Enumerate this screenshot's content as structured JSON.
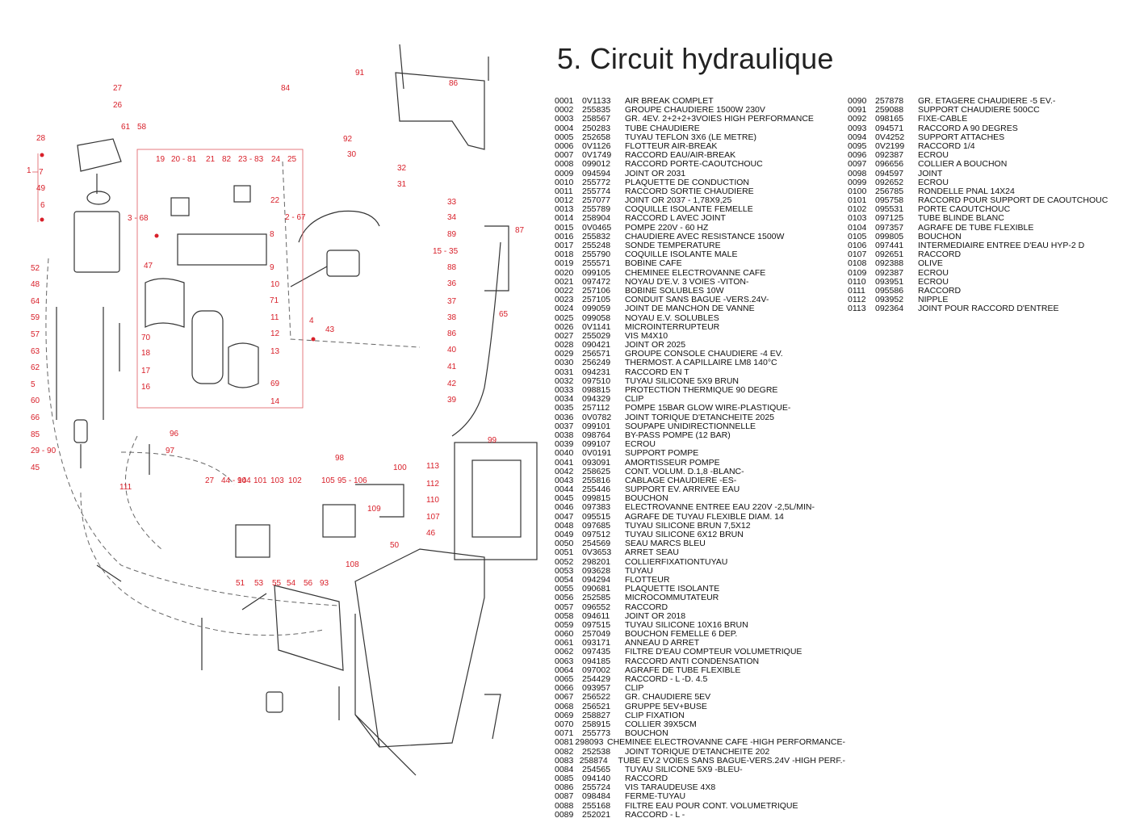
{
  "title": "5. Circuit hydraulique",
  "callout_labels": [
    "27",
    "26",
    "28",
    "1",
    "7",
    "49",
    "6",
    "61",
    "58",
    "84",
    "91",
    "86",
    "92",
    "30",
    "19",
    "20 - 81",
    "21",
    "82",
    "23 - 83",
    "24",
    "25",
    "22",
    "2 - 67",
    "3 - 68",
    "8",
    "9",
    "10",
    "71",
    "11",
    "12",
    "13",
    "69",
    "14",
    "16",
    "17",
    "18",
    "70",
    "32",
    "31",
    "33",
    "34",
    "89",
    "15 - 35",
    "88",
    "36",
    "37",
    "38",
    "86",
    "40",
    "41",
    "42",
    "39",
    "4",
    "43",
    "87",
    "65",
    "47",
    "52",
    "48",
    "64",
    "59",
    "57",
    "63",
    "62",
    "5",
    "60",
    "66",
    "85",
    "29 - 90",
    "45",
    "96",
    "97",
    "98",
    "111",
    "99",
    "27",
    "44 - 94",
    "104",
    "101",
    "103",
    "102",
    "105",
    "95 - 106",
    "100",
    "113",
    "112",
    "110",
    "109",
    "108",
    "107",
    "46",
    "50",
    "51",
    "53",
    "55",
    "54",
    "56",
    "93"
  ],
  "parts": [
    {
      "num": "0001",
      "code": "0V1133",
      "desc": "AIR BREAK COMPLET"
    },
    {
      "num": "0002",
      "code": "255835",
      "desc": "GROUPE CHAUDIERE 1500W 230V"
    },
    {
      "num": "0003",
      "code": "258567",
      "desc": "GR. 4EV. 2+2+2+3VOIES HIGH PERFORMANCE"
    },
    {
      "num": "0004",
      "code": "250283",
      "desc": "TUBE CHAUDIERE"
    },
    {
      "num": "0005",
      "code": "252658",
      "desc": "TUYAU TEFLON 3X6 (LE METRE)"
    },
    {
      "num": "0006",
      "code": "0V1126",
      "desc": "FLOTTEUR AIR-BREAK"
    },
    {
      "num": "0007",
      "code": "0V1749",
      "desc": "RACCORD EAU/AIR-BREAK"
    },
    {
      "num": "0008",
      "code": "099012",
      "desc": "RACCORD PORTE-CAOUTCHOUC"
    },
    {
      "num": "0009",
      "code": "094594",
      "desc": "JOINT OR 2031"
    },
    {
      "num": "0010",
      "code": "255772",
      "desc": "PLAQUETTE DE CONDUCTION"
    },
    {
      "num": "0011",
      "code": "255774",
      "desc": "RACCORD SORTIE CHAUDIERE"
    },
    {
      "num": "0012",
      "code": "257077",
      "desc": "JOINT OR 2037 - 1,78X9,25"
    },
    {
      "num": "0013",
      "code": "255789",
      "desc": "COQUILLE ISOLANTE FEMELLE"
    },
    {
      "num": "0014",
      "code": "258904",
      "desc": "RACCORD L AVEC JOINT"
    },
    {
      "num": "0015",
      "code": "0V0465",
      "desc": "POMPE 220V - 60 HZ"
    },
    {
      "num": "0016",
      "code": "255832",
      "desc": "CHAUDIERE AVEC RESISTANCE 1500W"
    },
    {
      "num": "0017",
      "code": "255248",
      "desc": "SONDE TEMPERATURE"
    },
    {
      "num": "0018",
      "code": "255790",
      "desc": "COQUILLE ISOLANTE MALE"
    },
    {
      "num": "0019",
      "code": "255571",
      "desc": "BOBINE CAFE"
    },
    {
      "num": "0020",
      "code": "099105",
      "desc": "CHEMINEE ELECTROVANNE CAFE"
    },
    {
      "num": "0021",
      "code": "097472",
      "desc": "NOYAU D'E.V. 3 VOIES -VITON-"
    },
    {
      "num": "0022",
      "code": "257106",
      "desc": "BOBINE SOLUBLES 10W"
    },
    {
      "num": "0023",
      "code": "257105",
      "desc": "CONDUIT SANS BAGUE -VERS.24V-"
    },
    {
      "num": "0024",
      "code": "099059",
      "desc": "JOINT DE MANCHON DE VANNE"
    },
    {
      "num": "0025",
      "code": "099058",
      "desc": "NOYAU E.V. SOLUBLES"
    },
    {
      "num": "0026",
      "code": "0V1141",
      "desc": "MICROINTERRUPTEUR"
    },
    {
      "num": "0027",
      "code": "255029",
      "desc": "VIS M4X10"
    },
    {
      "num": "0028",
      "code": "090421",
      "desc": "JOINT OR 2025"
    },
    {
      "num": "0029",
      "code": "256571",
      "desc": "GROUPE CONSOLE CHAUDIERE -4 EV."
    },
    {
      "num": "0030",
      "code": "256249",
      "desc": "THERMOST. A CAPILLAIRE LM8 140°C"
    },
    {
      "num": "0031",
      "code": "094231",
      "desc": "RACCORD EN T"
    },
    {
      "num": "0032",
      "code": "097510",
      "desc": "TUYAU SILICONE 5X9 BRUN"
    },
    {
      "num": "0033",
      "code": "098815",
      "desc": "PROTECTION THERMIQUE 90 DEGRE"
    },
    {
      "num": "0034",
      "code": "094329",
      "desc": "CLIP"
    },
    {
      "num": "0035",
      "code": "257112",
      "desc": "POMPE 15BAR GLOW WIRE-PLASTIQUE-"
    },
    {
      "num": "0036",
      "code": "0V0782",
      "desc": "JOINT TORIQUE D'ETANCHEITE 2025"
    },
    {
      "num": "0037",
      "code": "099101",
      "desc": "SOUPAPE UNIDIRECTIONNELLE"
    },
    {
      "num": "0038",
      "code": "098764",
      "desc": "BY-PASS POMPE (12 BAR)"
    },
    {
      "num": "0039",
      "code": "099107",
      "desc": "ECROU"
    },
    {
      "num": "0040",
      "code": "0V0191",
      "desc": "SUPPORT POMPE"
    },
    {
      "num": "0041",
      "code": "093091",
      "desc": "AMORTISSEUR POMPE"
    },
    {
      "num": "0042",
      "code": "258625",
      "desc": "CONT. VOLUM. D.1,8 -BLANC-"
    },
    {
      "num": "0043",
      "code": "255816",
      "desc": "CABLAGE CHAUDIERE -ES-"
    },
    {
      "num": "0044",
      "code": "255446",
      "desc": "SUPPORT EV. ARRIVEE EAU"
    },
    {
      "num": "0045",
      "code": "099815",
      "desc": "BOUCHON"
    },
    {
      "num": "0046",
      "code": "097383",
      "desc": "ELECTROVANNE ENTREE EAU 220V -2,5L/MIN-"
    },
    {
      "num": "0047",
      "code": "095515",
      "desc": "AGRAFE DE TUYAU FLEXIBLE DIAM. 14"
    },
    {
      "num": "0048",
      "code": "097685",
      "desc": "TUYAU SILICONE BRUN 7,5X12"
    },
    {
      "num": "0049",
      "code": "097512",
      "desc": "TUYAU SILICONE 6X12 BRUN"
    },
    {
      "num": "0050",
      "code": "254569",
      "desc": "SEAU MARCS BLEU"
    },
    {
      "num": "0051",
      "code": "0V3653",
      "desc": "ARRET SEAU"
    },
    {
      "num": "0052",
      "code": "298201",
      "desc": "COLLIERFIXATIONTUYAU"
    },
    {
      "num": "0053",
      "code": "093628",
      "desc": "TUYAU"
    },
    {
      "num": "0054",
      "code": "094294",
      "desc": "FLOTTEUR"
    },
    {
      "num": "0055",
      "code": "090681",
      "desc": "PLAQUETTE ISOLANTE"
    },
    {
      "num": "0056",
      "code": "252585",
      "desc": "MICROCOMMUTATEUR"
    },
    {
      "num": "0057",
      "code": "096552",
      "desc": "RACCORD"
    },
    {
      "num": "0058",
      "code": "094611",
      "desc": "JOINT OR 2018"
    },
    {
      "num": "0059",
      "code": "097515",
      "desc": "TUYAU SILICONE 10X16 BRUN"
    },
    {
      "num": "0060",
      "code": "257049",
      "desc": "BOUCHON FEMELLE 6 DEP."
    },
    {
      "num": "0061",
      "code": "093171",
      "desc": "ANNEAU D ARRET"
    },
    {
      "num": "0062",
      "code": "097435",
      "desc": "FILTRE D'EAU COMPTEUR VOLUMETRIQUE"
    },
    {
      "num": "0063",
      "code": "094185",
      "desc": "RACCORD ANTI CONDENSATION"
    },
    {
      "num": "0064",
      "code": "097002",
      "desc": "AGRAFE DE TUBE FLEXIBLE"
    },
    {
      "num": "0065",
      "code": "254429",
      "desc": "RACCORD - L -D. 4.5"
    },
    {
      "num": "0066",
      "code": "093957",
      "desc": "CLIP"
    },
    {
      "num": "0067",
      "code": "256522",
      "desc": "GR. CHAUDIERE 5EV"
    },
    {
      "num": "0068",
      "code": "256521",
      "desc": "GRUPPE 5EV+BUSE"
    },
    {
      "num": "0069",
      "code": "258827",
      "desc": "CLIP FIXATION"
    },
    {
      "num": "0070",
      "code": "258915",
      "desc": "COLLIER 39X5CM"
    },
    {
      "num": "0071",
      "code": "255773",
      "desc": "BOUCHON"
    },
    {
      "num": "0081",
      "code": "298093",
      "desc": "CHEMINEE ELECTROVANNE CAFE -HIGH PERFORMANCE-"
    },
    {
      "num": "0082",
      "code": "252538",
      "desc": "JOINT TORIQUE D'ETANCHEITE 202"
    },
    {
      "num": "0083",
      "code": "258874",
      "desc": "TUBE EV.2 VOIES SANS BAGUE-VERS.24V -HIGH PERF.-"
    },
    {
      "num": "0084",
      "code": "254565",
      "desc": "TUYAU SILICONE 5X9 -BLEU-"
    },
    {
      "num": "0085",
      "code": "094140",
      "desc": "RACCORD"
    },
    {
      "num": "0086",
      "code": "255724",
      "desc": "VIS TARAUDEUSE 4X8"
    },
    {
      "num": "0087",
      "code": "098484",
      "desc": "FERME-TUYAU"
    },
    {
      "num": "0088",
      "code": "255168",
      "desc": "FILTRE EAU POUR CONT. VOLUMETRIQUE"
    },
    {
      "num": "0089",
      "code": "252021",
      "desc": "RACCORD - L -"
    },
    {
      "num": "0090",
      "code": "257878",
      "desc": "GR. ETAGERE CHAUDIERE -5 EV.-"
    },
    {
      "num": "0091",
      "code": "259088",
      "desc": "SUPPORT CHAUDIERE 500CC"
    },
    {
      "num": "0092",
      "code": "098165",
      "desc": "FIXE-CABLE"
    },
    {
      "num": "0093",
      "code": "094571",
      "desc": "RACCORD A 90 DEGRES"
    },
    {
      "num": "0094",
      "code": "0V4252",
      "desc": "SUPPORT ATTACHES"
    },
    {
      "num": "0095",
      "code": "0V2199",
      "desc": "RACCORD 1/4"
    },
    {
      "num": "0096",
      "code": "092387",
      "desc": "ECROU"
    },
    {
      "num": "0097",
      "code": "096656",
      "desc": "COLLIER A BOUCHON"
    },
    {
      "num": "0098",
      "code": "094597",
      "desc": "JOINT"
    },
    {
      "num": "0099",
      "code": "092652",
      "desc": "ECROU"
    },
    {
      "num": "0100",
      "code": "256785",
      "desc": "RONDELLE PNAL 14X24"
    },
    {
      "num": "0101",
      "code": "095758",
      "desc": "RACCORD POUR SUPPORT DE CAOUTCHOUC"
    },
    {
      "num": "0102",
      "code": "095531",
      "desc": "PORTE CAOUTCHOUC"
    },
    {
      "num": "0103",
      "code": "097125",
      "desc": "TUBE BLINDE BLANC"
    },
    {
      "num": "0104",
      "code": "097357",
      "desc": "AGRAFE DE TUBE FLEXIBLE"
    },
    {
      "num": "0105",
      "code": "099805",
      "desc": "BOUCHON"
    },
    {
      "num": "0106",
      "code": "097441",
      "desc": "INTERMEDIAIRE ENTREE D'EAU HYP-2 D"
    },
    {
      "num": "0107",
      "code": "092651",
      "desc": "RACCORD"
    },
    {
      "num": "0108",
      "code": "092388",
      "desc": "OLIVE"
    },
    {
      "num": "0109",
      "code": "092387",
      "desc": "ECROU"
    },
    {
      "num": "0110",
      "code": "093951",
      "desc": "ECROU"
    },
    {
      "num": "0111",
      "code": "095586",
      "desc": "RACCORD"
    },
    {
      "num": "0112",
      "code": "093952",
      "desc": "NIPPLE"
    },
    {
      "num": "0113",
      "code": "092364",
      "desc": "JOINT POUR RACCORD D'ENTREE"
    }
  ]
}
